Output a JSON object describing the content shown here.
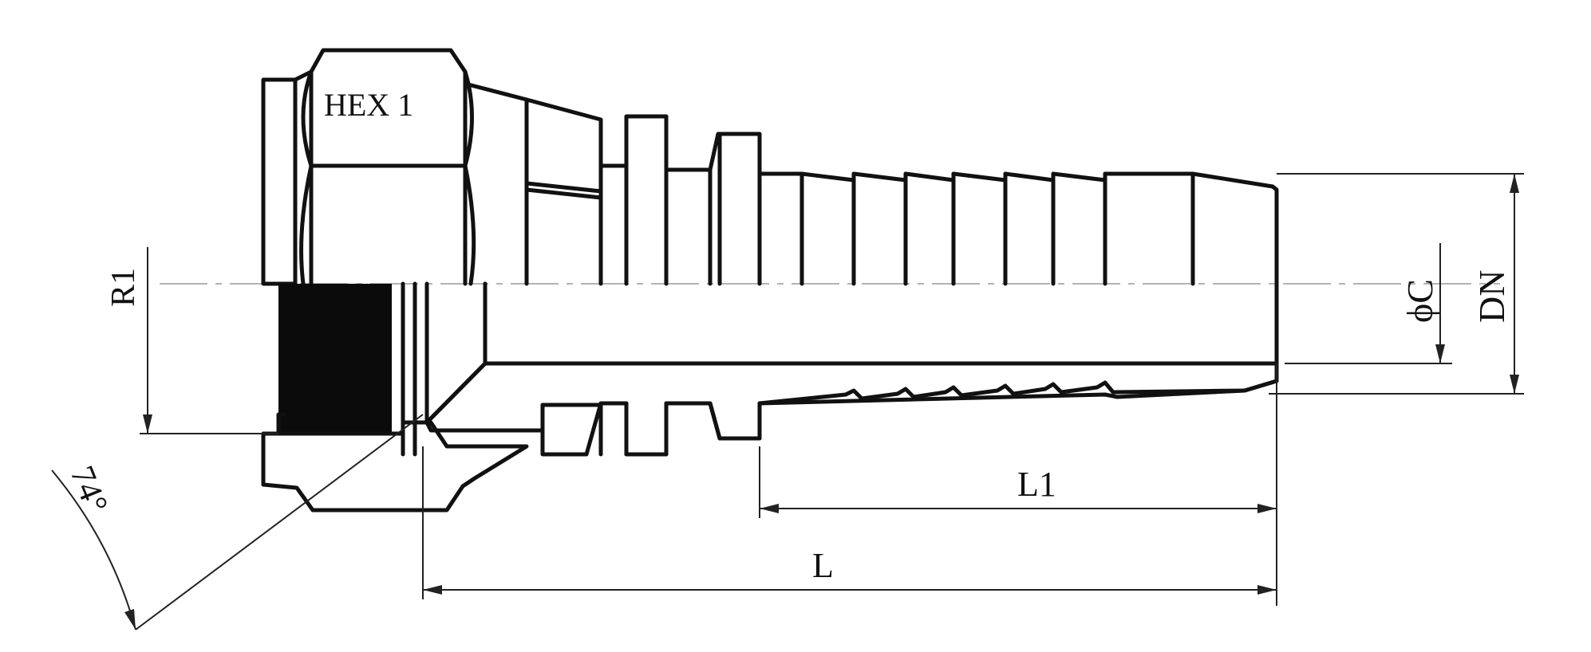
{
  "labels": {
    "hex": "HEX 1",
    "r1": "R1",
    "angle": "74°",
    "bore": "ϕC",
    "dn": "DN",
    "l1": "L1",
    "l": "L"
  }
}
